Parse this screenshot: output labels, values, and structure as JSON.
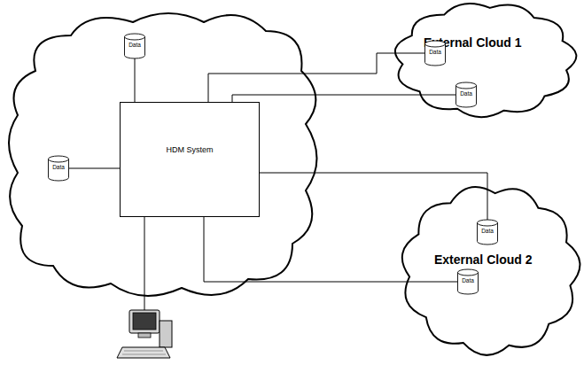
{
  "diagram": {
    "nodes": [
      {
        "text": [
          "Data"
        ]
      },
      {
        "text": [
          "External Cloud 1"
        ]
      },
      {
        "text": [
          "Data"
        ],
        "in": 1
      },
      {
        "text": [
          "Data"
        ],
        "in": 1
      },
      {
        "text": [
          "HDM System"
        ]
      },
      {
        "text": [
          "Data"
        ]
      },
      {
        "text": [
          "External Cloud 2"
        ]
      },
      {
        "text": [
          "Data"
        ],
        "in": 6
      },
      {
        "text": [
          "Data"
        ],
        "in": 6
      }
    ],
    "edges": [
      {
        "from": 4,
        "to": 0,
        "arrow": "none"
      },
      {
        "from": 4,
        "to": 5,
        "arrow": "none"
      },
      {
        "from": 4,
        "to": 2,
        "arrow": "none"
      },
      {
        "from": 4,
        "to": 3,
        "arrow": "none"
      },
      {
        "from": 4,
        "to": 7,
        "arrow": "none"
      },
      {
        "from": 4,
        "to": 8,
        "arrow": "none"
      }
    ]
  }
}
